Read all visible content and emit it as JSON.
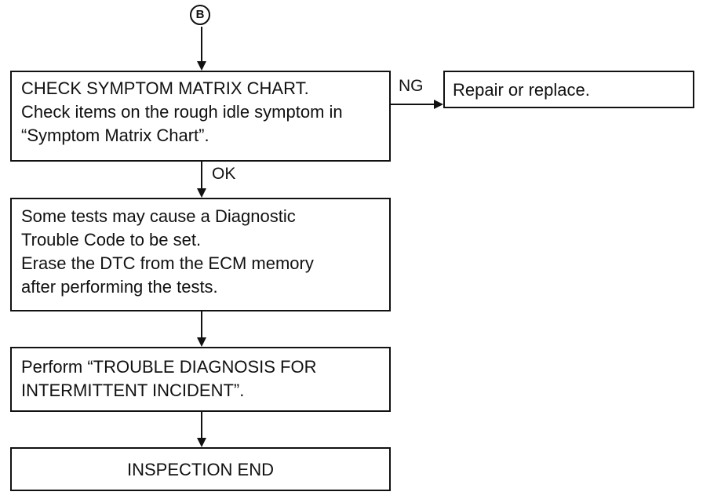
{
  "connector": {
    "label": "B"
  },
  "step1": {
    "lines": [
      "CHECK SYMPTOM MATRIX CHART.",
      "Check items on the rough idle symptom in",
      "“Symptom Matrix Chart”."
    ]
  },
  "branch_ng": {
    "label": "NG",
    "box_text": "Repair or replace."
  },
  "branch_ok": {
    "label": "OK"
  },
  "step2": {
    "lines": [
      "Some tests may cause a Diagnostic",
      "Trouble Code to be set.",
      "Erase the DTC from the ECM memory",
      "after performing the tests."
    ]
  },
  "step3": {
    "lines": [
      "Perform “TROUBLE DIAGNOSIS FOR",
      "INTERMITTENT INCIDENT”."
    ]
  },
  "end": {
    "label": "INSPECTION END"
  }
}
